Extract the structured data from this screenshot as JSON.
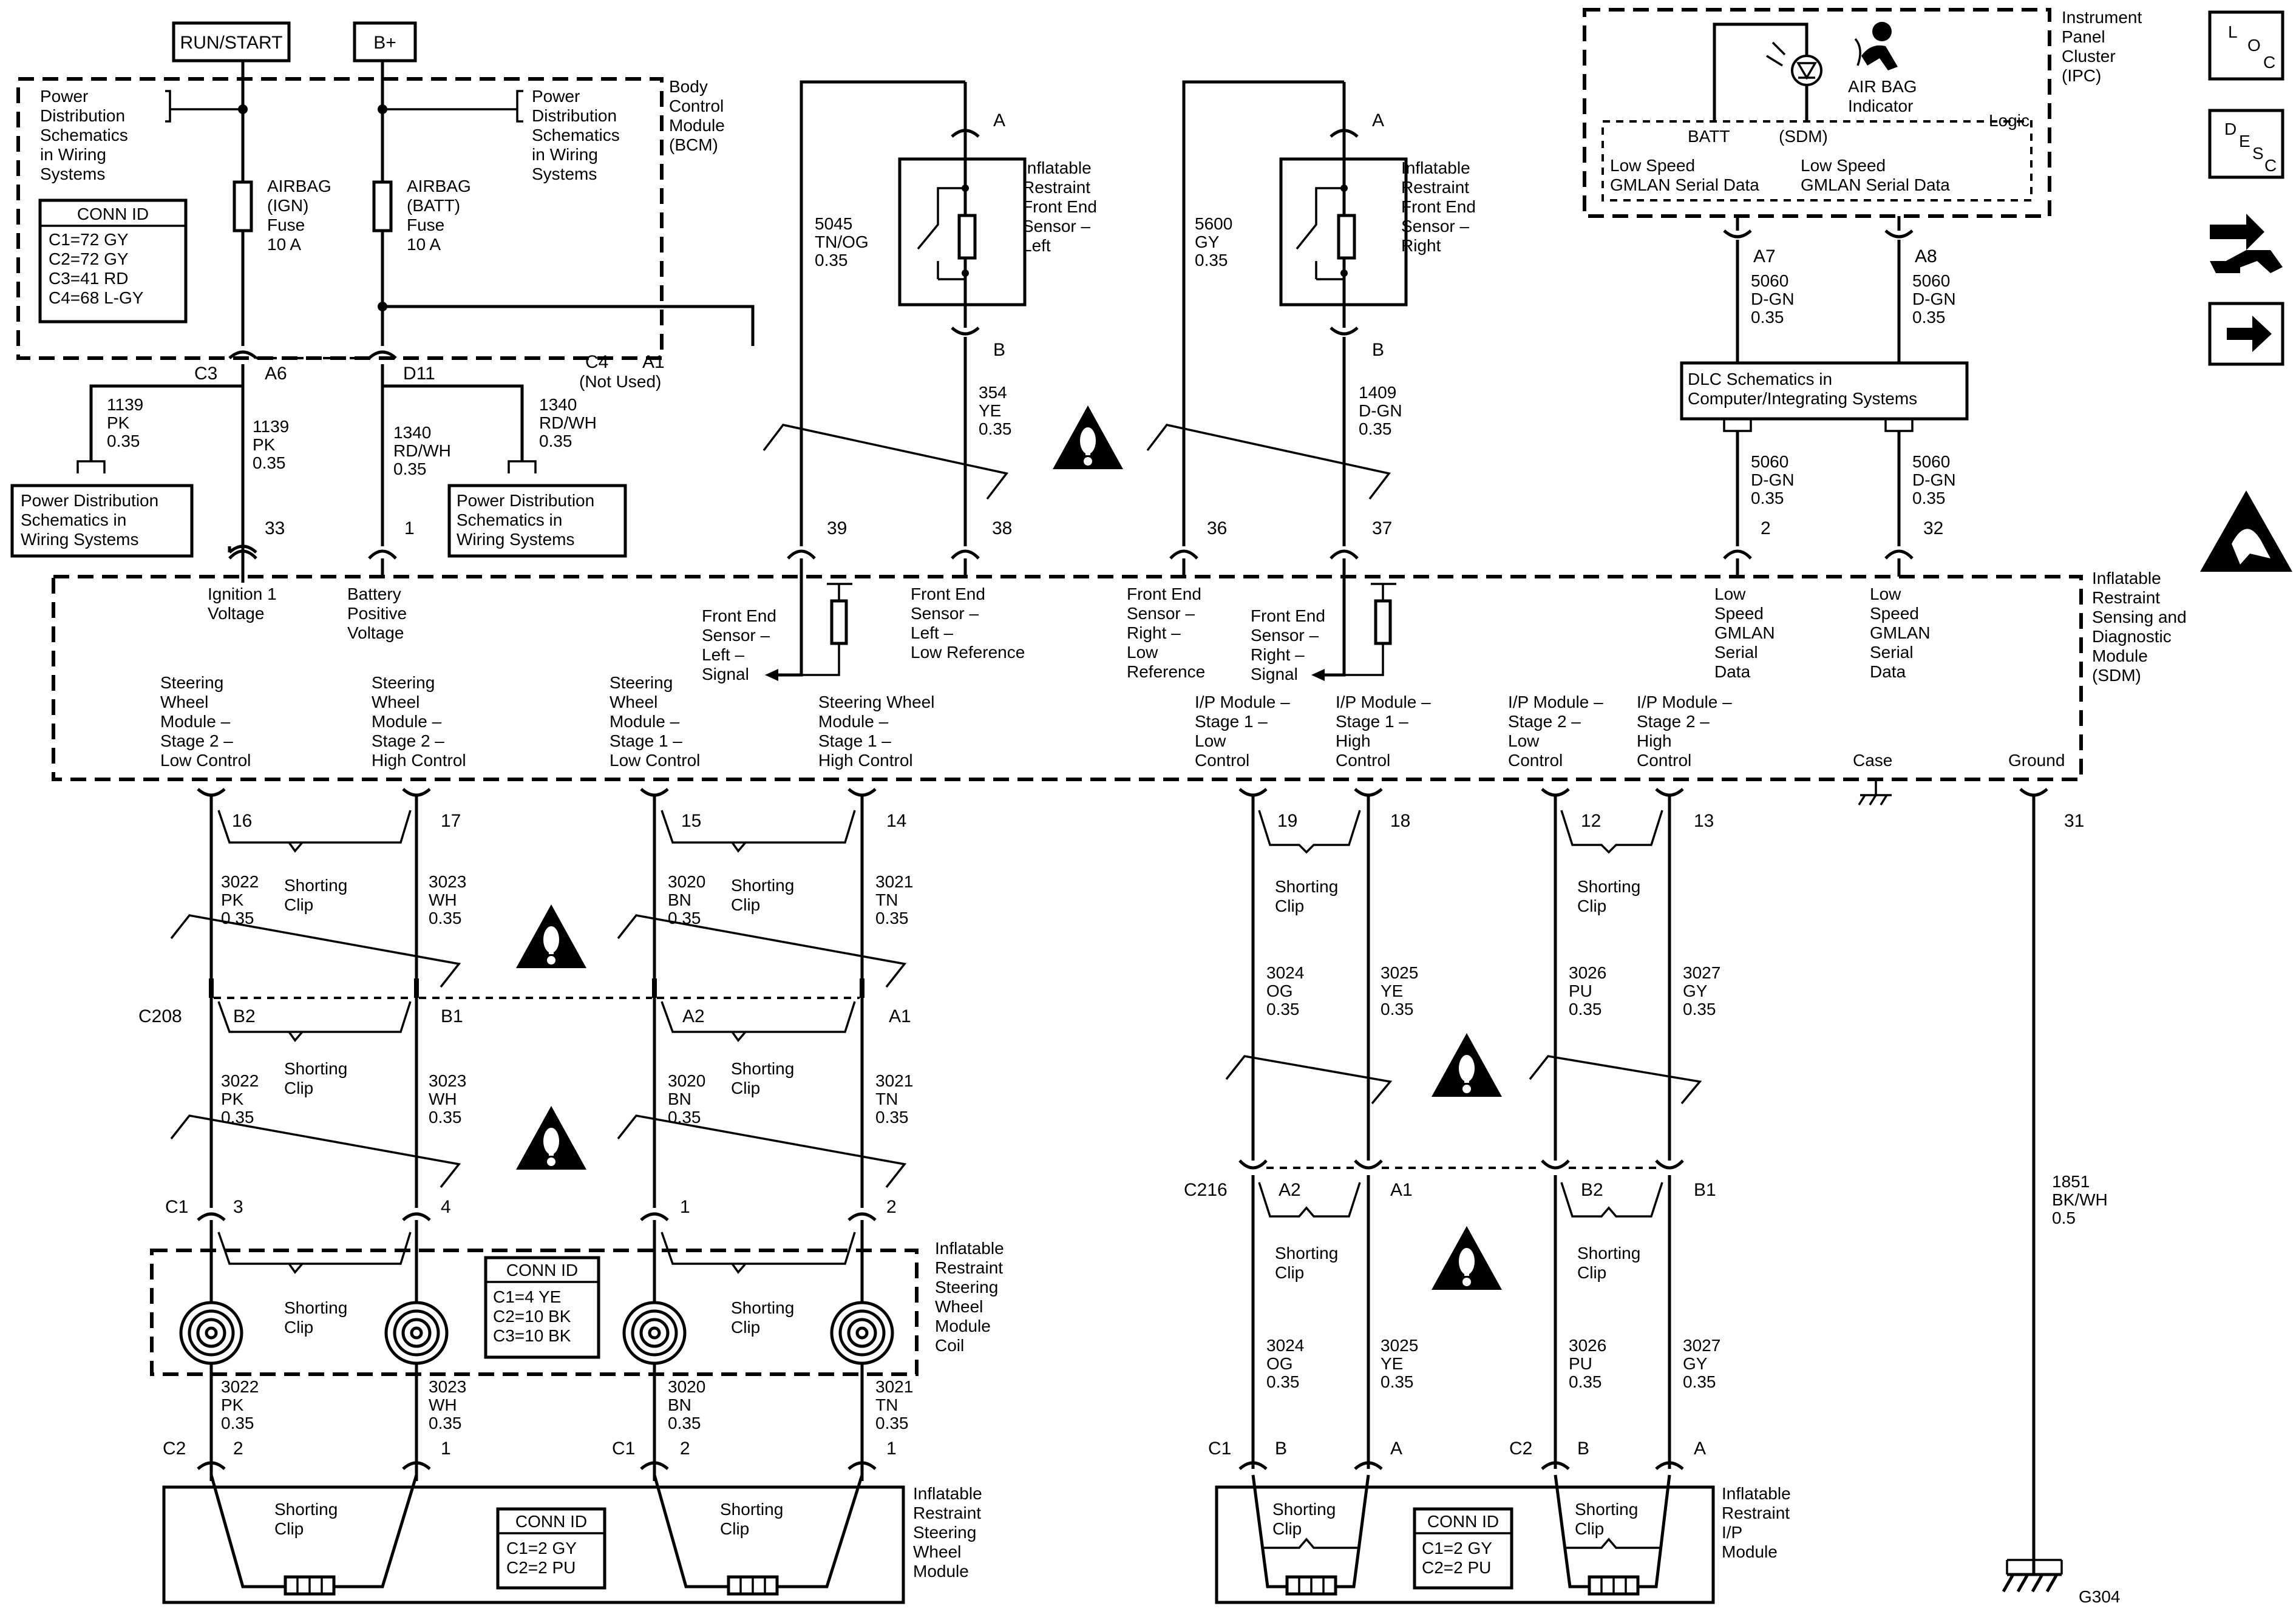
{
  "labels": {
    "run_start": "RUN/START",
    "bplus": "B+",
    "pds_tl_left": [
      "Power",
      "Distribution",
      "Schematics",
      "in Wiring",
      "Systems"
    ],
    "pds_tl_right": [
      "Power",
      "Distribution",
      "Schematics",
      "in Wiring",
      "Systems"
    ],
    "bcm": [
      "Body",
      "Control",
      "Module",
      "(BCM)"
    ],
    "fuse_ign": [
      "AIRBAG",
      "(IGN)",
      "Fuse",
      "10 A"
    ],
    "fuse_batt": [
      "AIRBAG",
      "(BATT)",
      "Fuse",
      "10 A"
    ],
    "conn_id_bcm_title": "CONN ID",
    "conn_id_bcm": [
      "C1=72 GY",
      "C2=72 GY",
      "C3=41 RD",
      "C4=68 L-GY"
    ],
    "c3": "C3",
    "a6": "A6",
    "d11": "D11",
    "c4": "C4",
    "a1": "A1",
    "not_used": "(Not Used)",
    "w1139_left": [
      "1139",
      "PK",
      "0.35"
    ],
    "w1139_mid": [
      "1139",
      "PK",
      "0.35"
    ],
    "w1340_left": [
      "1340",
      "RD/WH",
      "0.35"
    ],
    "w1340_right": [
      "1340",
      "RD/WH",
      "0.35"
    ],
    "pds_box_left": [
      "Power Distribution",
      "Schematics in",
      "Wiring Systems"
    ],
    "pds_box_right": [
      "Power Distribution",
      "Schematics in",
      "Wiring Systems"
    ],
    "pin33": "33",
    "pin1": "1",
    "sensor_left": [
      "Inflatable",
      "Restraint",
      "Front End",
      "Sensor –",
      "Left"
    ],
    "sensor_right": [
      "Inflatable",
      "Restraint",
      "Front End",
      "Sensor –",
      "Right"
    ],
    "pinA": "A",
    "pinB": "B",
    "w5045": [
      "5045",
      "TN/OG",
      "0.35"
    ],
    "w354": [
      "354",
      "YE",
      "0.35"
    ],
    "w5600": [
      "5600",
      "GY",
      "0.35"
    ],
    "w1409": [
      "1409",
      "D-GN",
      "0.35"
    ],
    "pin39": "39",
    "pin38": "38",
    "pin36": "36",
    "pin37": "37",
    "ipc": [
      "Instrument",
      "Panel",
      "Cluster",
      "(IPC)"
    ],
    "airbag_indicator": [
      "AIR BAG",
      "Indicator"
    ],
    "batt": "BATT",
    "sdm_paren": "(SDM)",
    "logic": "Logic",
    "gmlan_left": [
      "Low Speed",
      "GMLAN Serial Data"
    ],
    "gmlan_right": [
      "Low Speed",
      "GMLAN Serial Data"
    ],
    "a7": "A7",
    "a8": "A8",
    "w5060": [
      "5060",
      "D-GN",
      "0.35"
    ],
    "dlc": [
      "DLC Schematics in",
      "Computer/Integrating Systems"
    ],
    "pin2": "2",
    "pin32": "32",
    "icon_loc": [
      "L",
      "O",
      "C"
    ],
    "icon_desc": [
      "D",
      "E",
      "S",
      "C"
    ],
    "sdm_labels": {
      "ign": [
        "Ignition 1",
        "Voltage"
      ],
      "batt": [
        "Battery",
        "Positive",
        "Voltage"
      ],
      "fes_left_signal": [
        "Front End",
        "Sensor –",
        "Left –",
        "Signal"
      ],
      "fes_left_low": [
        "Front End",
        "Sensor –",
        "Left –",
        "Low Reference"
      ],
      "fes_right_low": [
        "Front End",
        "Sensor –",
        "Right –",
        "Low",
        "Reference"
      ],
      "fes_right_signal": [
        "Front End",
        "Sensor –",
        "Right –",
        "Signal"
      ],
      "gmlan1": [
        "Low",
        "Speed",
        "GMLAN",
        "Serial",
        "Data"
      ],
      "gmlan2": [
        "Low",
        "Speed",
        "GMLAN",
        "Serial",
        "Data"
      ],
      "sdm": [
        "Inflatable",
        "Restraint",
        "Sensing and",
        "Diagnostic",
        "Module",
        "(SDM)"
      ],
      "sw2low": [
        "Steering",
        "Wheel",
        "Module –",
        "Stage 2 –",
        "Low Control"
      ],
      "sw2high": [
        "Steering",
        "Wheel",
        "Module –",
        "Stage 2 –",
        "High Control"
      ],
      "sw1low": [
        "Steering",
        "Wheel",
        "Module –",
        "Stage 1 –",
        "Low Control"
      ],
      "sw1high": [
        "Steering Wheel",
        "Module –",
        "Stage 1 –",
        "High Control"
      ],
      "ip1low": [
        "I/P Module –",
        "Stage 1 –",
        "Low",
        "Control"
      ],
      "ip1high": [
        "I/P Module –",
        "Stage 1 –",
        "High",
        "Control"
      ],
      "ip2low": [
        "I/P Module –",
        "Stage 2 –",
        "Low",
        "Control"
      ],
      "ip2high": [
        "I/P Module –",
        "Stage 2 –",
        "High",
        "Control"
      ],
      "case": "Case",
      "ground": "Ground"
    },
    "pins_lower": [
      "16",
      "17",
      "15",
      "14",
      "19",
      "18",
      "12",
      "13",
      "31"
    ],
    "shorting_clip": [
      "Shorting",
      "Clip"
    ],
    "w3022": [
      "3022",
      "PK",
      "0.35"
    ],
    "w3023": [
      "3023",
      "WH",
      "0.35"
    ],
    "w3020": [
      "3020",
      "BN",
      "0.35"
    ],
    "w3021": [
      "3021",
      "TN",
      "0.35"
    ],
    "w3024": [
      "3024",
      "OG",
      "0.35"
    ],
    "w3025": [
      "3025",
      "YE",
      "0.35"
    ],
    "w3026": [
      "3026",
      "PU",
      "0.35"
    ],
    "w3027": [
      "3027",
      "GY",
      "0.35"
    ],
    "w1851": [
      "1851",
      "BK/WH",
      "0.5"
    ],
    "c208": "C208",
    "b2": "B2",
    "b1": "B1",
    "a2": "A2",
    "a1s": "A1",
    "c216": "C216",
    "c1": "C1",
    "c2": "C2",
    "n3": "3",
    "n4": "4",
    "n1": "1",
    "n2": "2",
    "coil": [
      "Inflatable",
      "Restraint",
      "Steering",
      "Wheel",
      "Module",
      "Coil"
    ],
    "conn_id_coil_title": "CONN ID",
    "conn_id_coil": [
      "C1=4 YE",
      "C2=10 BK",
      "C3=10 BK"
    ],
    "swm": [
      "Inflatable",
      "Restraint",
      "Steering",
      "Wheel",
      "Module"
    ],
    "ipm": [
      "Inflatable",
      "Restraint",
      "I/P",
      "Module"
    ],
    "conn_id_mod_title": "CONN ID",
    "conn_id_mod": [
      "C1=2 GY",
      "C2=2 PU"
    ],
    "g304": "G304"
  }
}
